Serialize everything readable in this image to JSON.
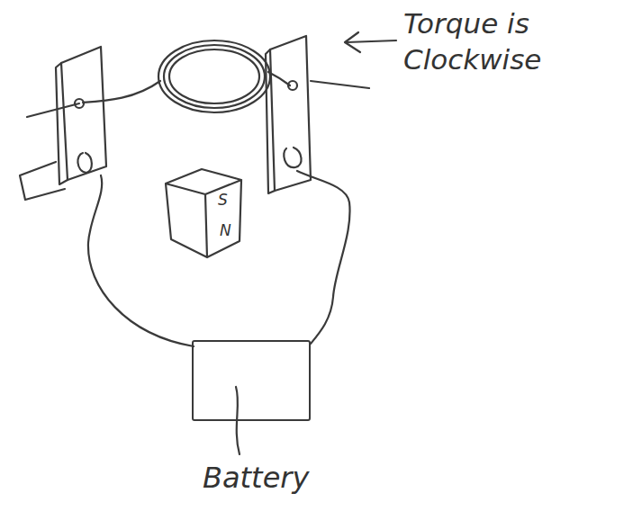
{
  "diagram": {
    "nodes": [
      {
        "text": [
          "S",
          "N"
        ]
      },
      {
        "text": [
          "Battery"
        ]
      }
    ],
    "labels": [
      "Torque is Clockwise"
    ]
  }
}
